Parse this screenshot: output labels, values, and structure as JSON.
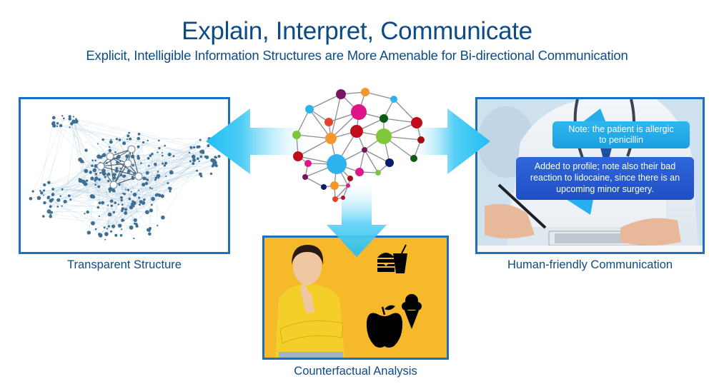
{
  "header": {
    "title": "Explain, Interpret, Communicate",
    "subtitle": "Explicit, Intelligible Information Structures are More Amenable for Bi-directional Communication"
  },
  "center": {
    "icon": "brain-network-icon",
    "node_colors": [
      "#7a1560",
      "#f7962b",
      "#2eb3ef",
      "#e0158a",
      "#e8432a",
      "#0b5a16",
      "#c00d1e",
      "#7ec73a",
      "#0e1a6e",
      "#a30f14"
    ]
  },
  "arrows": {
    "color": "#1fbef2",
    "directions": [
      "left",
      "right",
      "down"
    ]
  },
  "panels": {
    "left": {
      "caption": "Transparent Structure",
      "image": "network-graph-image"
    },
    "right": {
      "caption": "Human-friendly Communication",
      "image": "doctor-with-tablet-image",
      "bubbles": [
        {
          "lines": [
            "Note: the patient is allergic",
            "to penicillin"
          ],
          "color": "#1fa8e6"
        },
        {
          "lines": [
            "Added to profile; note also their bad",
            "reaction to lidocaine, since there is an",
            "upcoming minor surgery."
          ],
          "color": "#2a5bd0"
        }
      ]
    },
    "bottom": {
      "caption": "Counterfactual Analysis",
      "image": "thinking-woman-image",
      "icons": [
        "burger-drink-icon",
        "ice-cream-icon",
        "apple-icon"
      ],
      "background": "#f6b92b"
    }
  },
  "colors": {
    "text": "#0d4b86",
    "border": "#1d6fc2"
  }
}
